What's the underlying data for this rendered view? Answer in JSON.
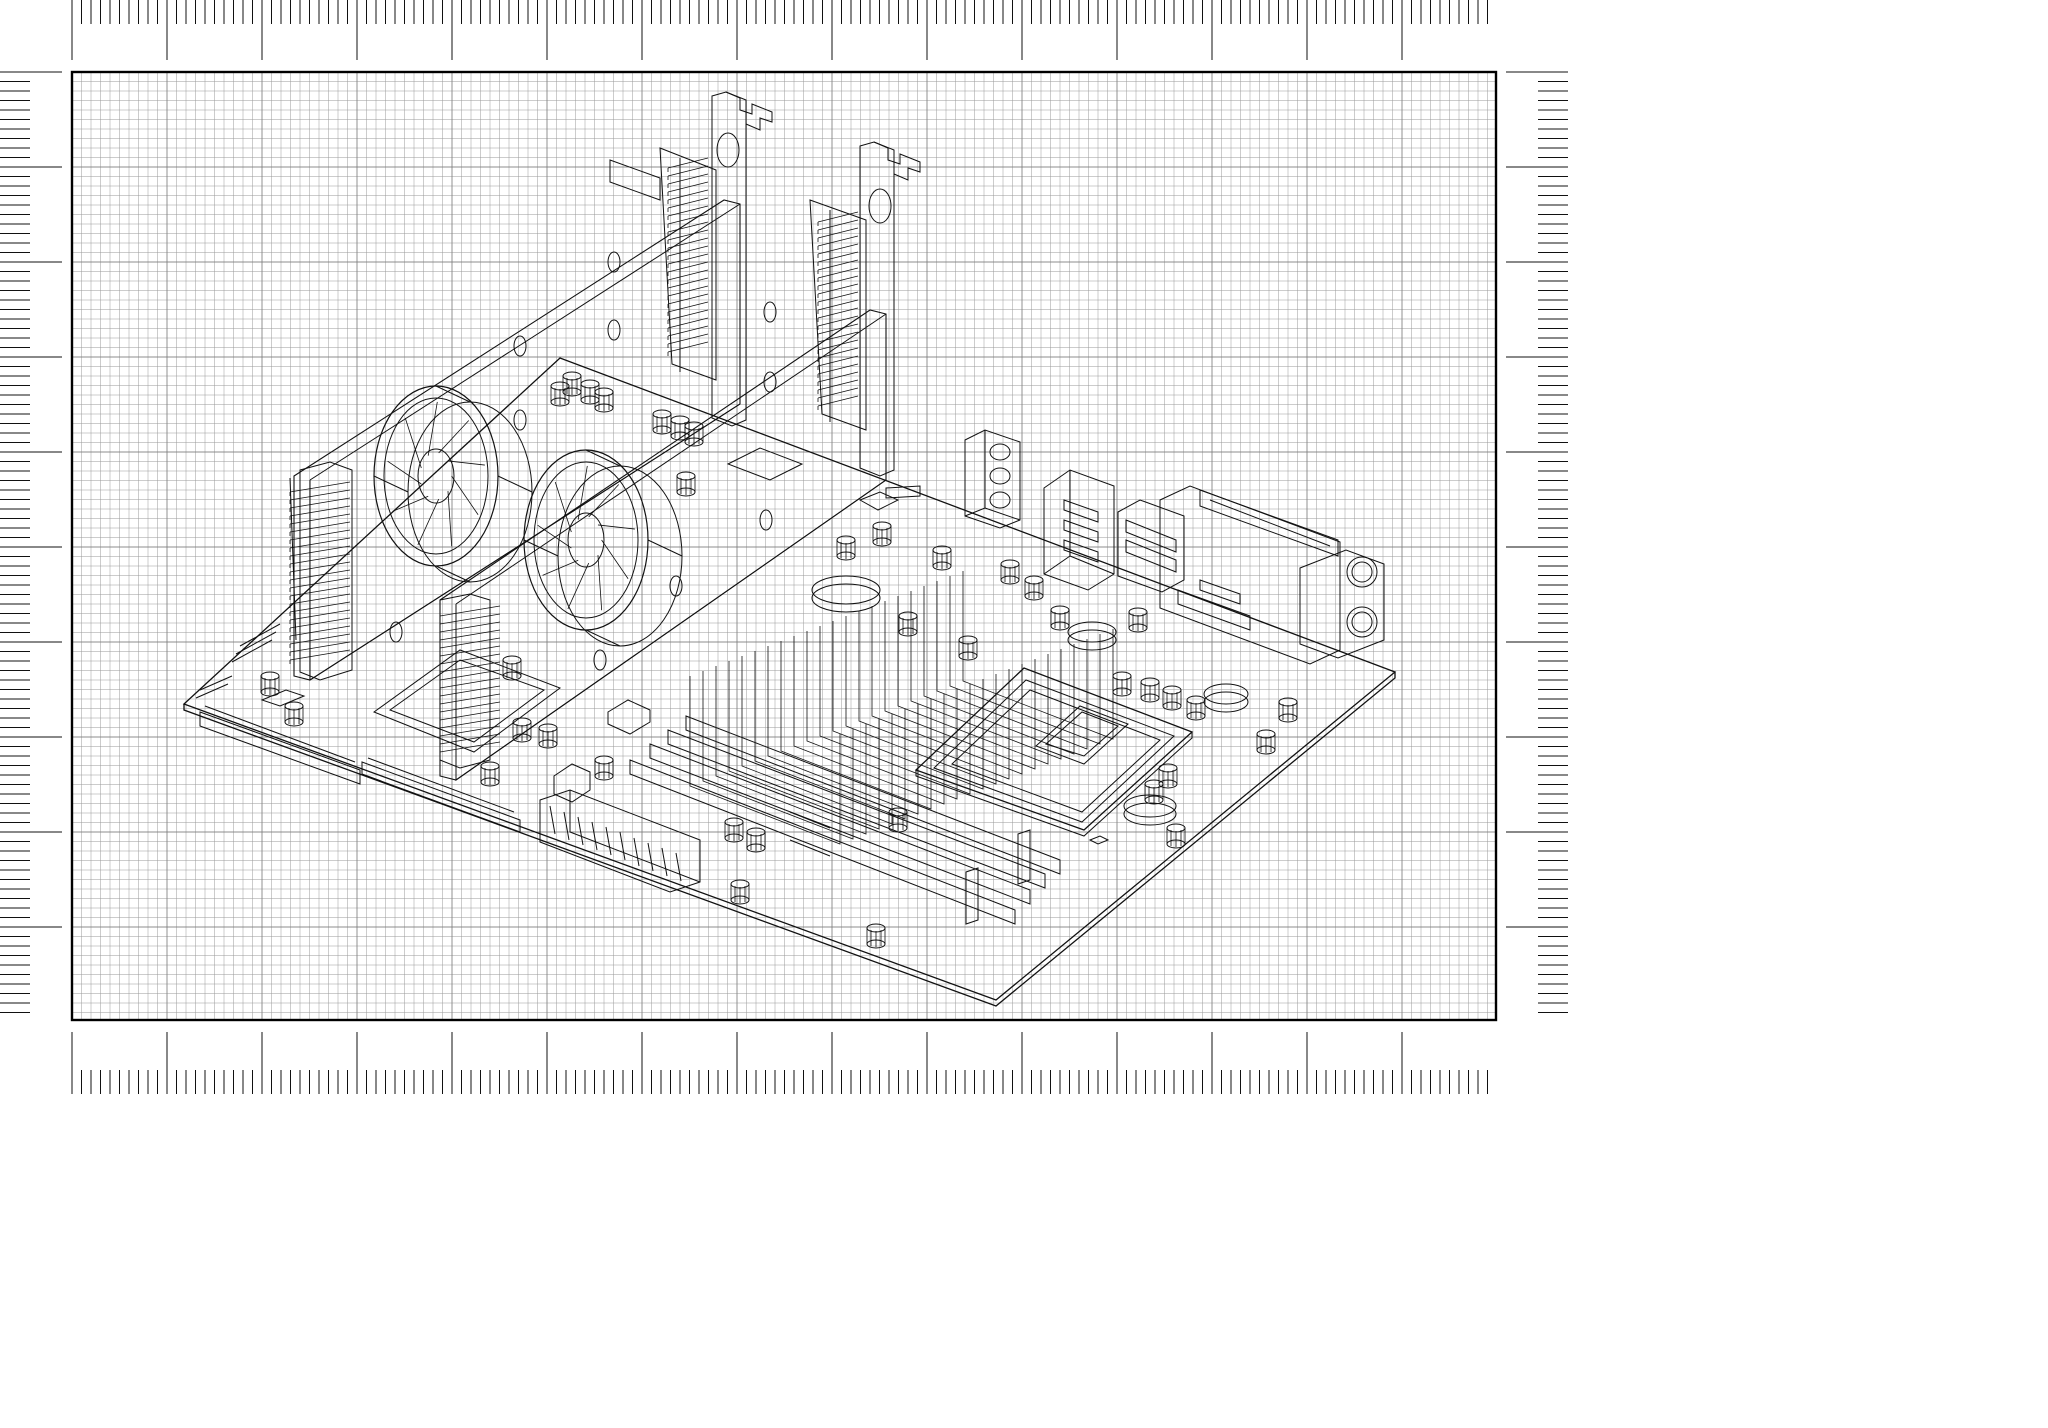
{
  "drawing": {
    "subject": "motherboard-wireframe-blueprint",
    "colors": {
      "background": "#ffffff",
      "grid": "#9a9a9a",
      "grid_major": "#7a7a7a",
      "ink": "#111111",
      "frame": "#000000"
    },
    "components": [
      "expansion-card-left",
      "expansion-card-right",
      "cooling-fan-left",
      "cooling-fan-right",
      "cpu-socket",
      "cpu-heatsink",
      "dimm-slots",
      "pci-slots",
      "atx-power-connector",
      "rear-io-ports",
      "capacitors"
    ]
  }
}
